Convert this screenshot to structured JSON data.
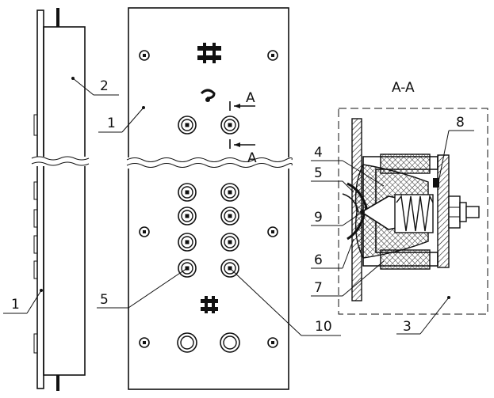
{
  "section_title": "A-A",
  "section_arrow_labels": [
    "A",
    "A"
  ],
  "callouts": {
    "c1_left": "1",
    "c1_plate": "1",
    "c2": "2",
    "c3": "3",
    "c4": "4",
    "c5_section": "5",
    "c5_plate": "5",
    "c6": "6",
    "c7": "7",
    "c8": "8",
    "c9": "9",
    "c10": "10"
  }
}
